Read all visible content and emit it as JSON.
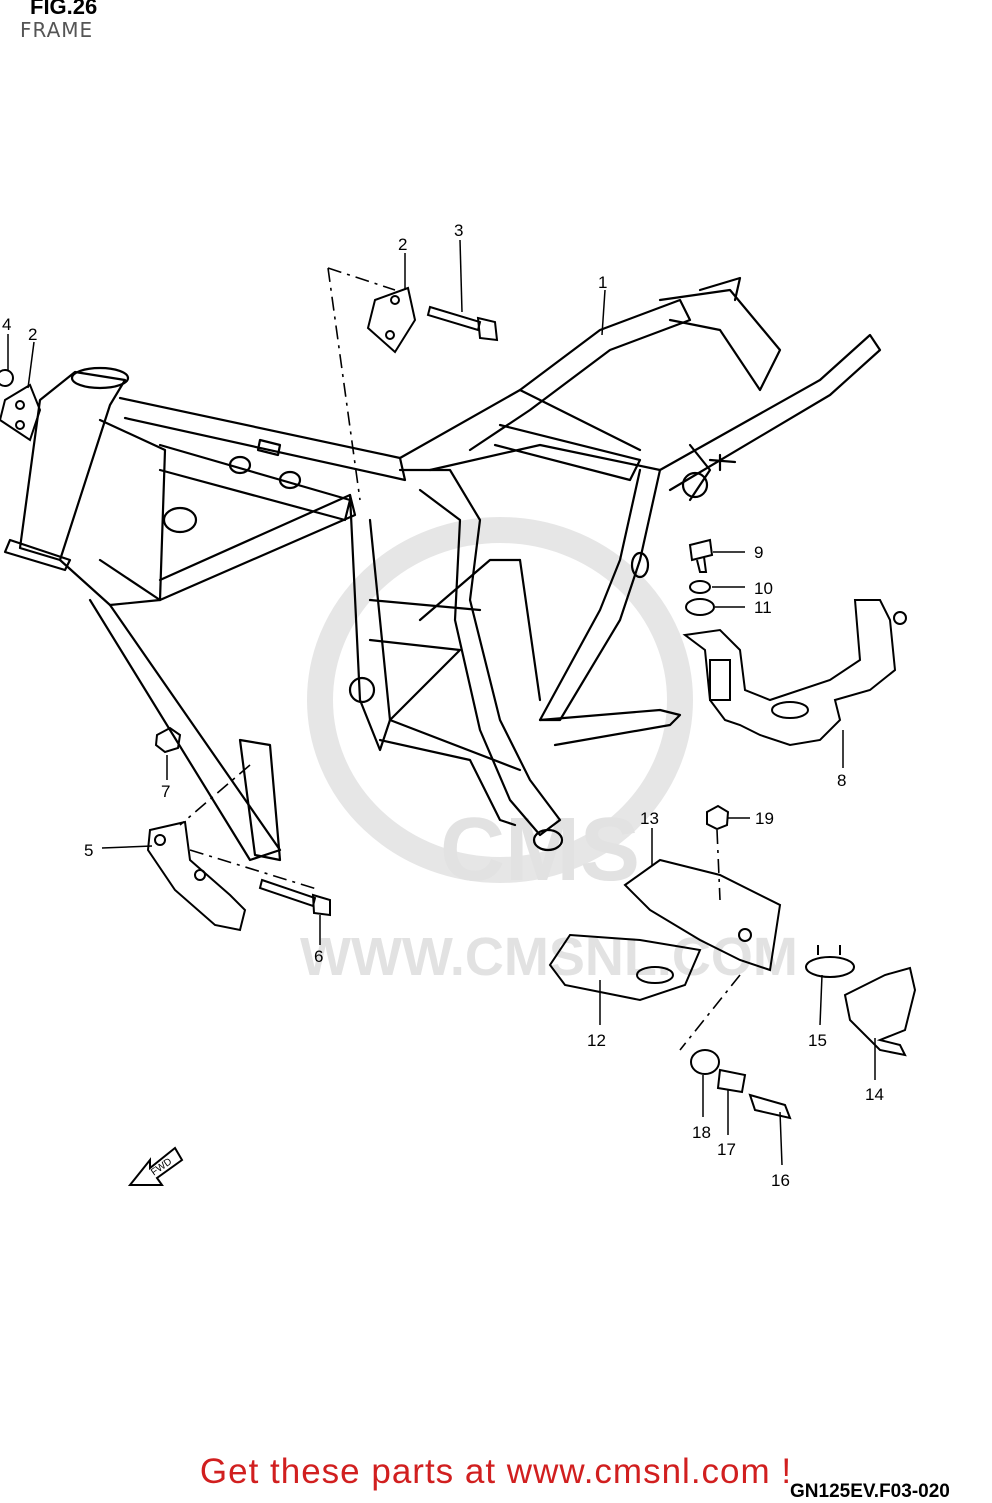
{
  "figure": {
    "title": "FIG.26",
    "subtitle": "FRAME"
  },
  "parts": [
    {
      "number": "1"
    },
    {
      "number": "2"
    },
    {
      "number": "2"
    },
    {
      "number": "3"
    },
    {
      "number": "4"
    },
    {
      "number": "5"
    },
    {
      "number": "6"
    },
    {
      "number": "7"
    },
    {
      "number": "8"
    },
    {
      "number": "9"
    },
    {
      "number": "10"
    },
    {
      "number": "11"
    },
    {
      "number": "12"
    },
    {
      "number": "13"
    },
    {
      "number": "14"
    },
    {
      "number": "15"
    },
    {
      "number": "16"
    },
    {
      "number": "17"
    },
    {
      "number": "18"
    },
    {
      "number": "19"
    }
  ],
  "direction_arrow": {
    "label": "FWD"
  },
  "watermark": {
    "brand": "CMS",
    "url": "WWW.CMSNL.COM"
  },
  "footer": {
    "link_text": "Get these parts at www.cmsnl.com !",
    "link_color": "#d11f1f"
  },
  "drawing_code": "GN125EV.F03-020"
}
